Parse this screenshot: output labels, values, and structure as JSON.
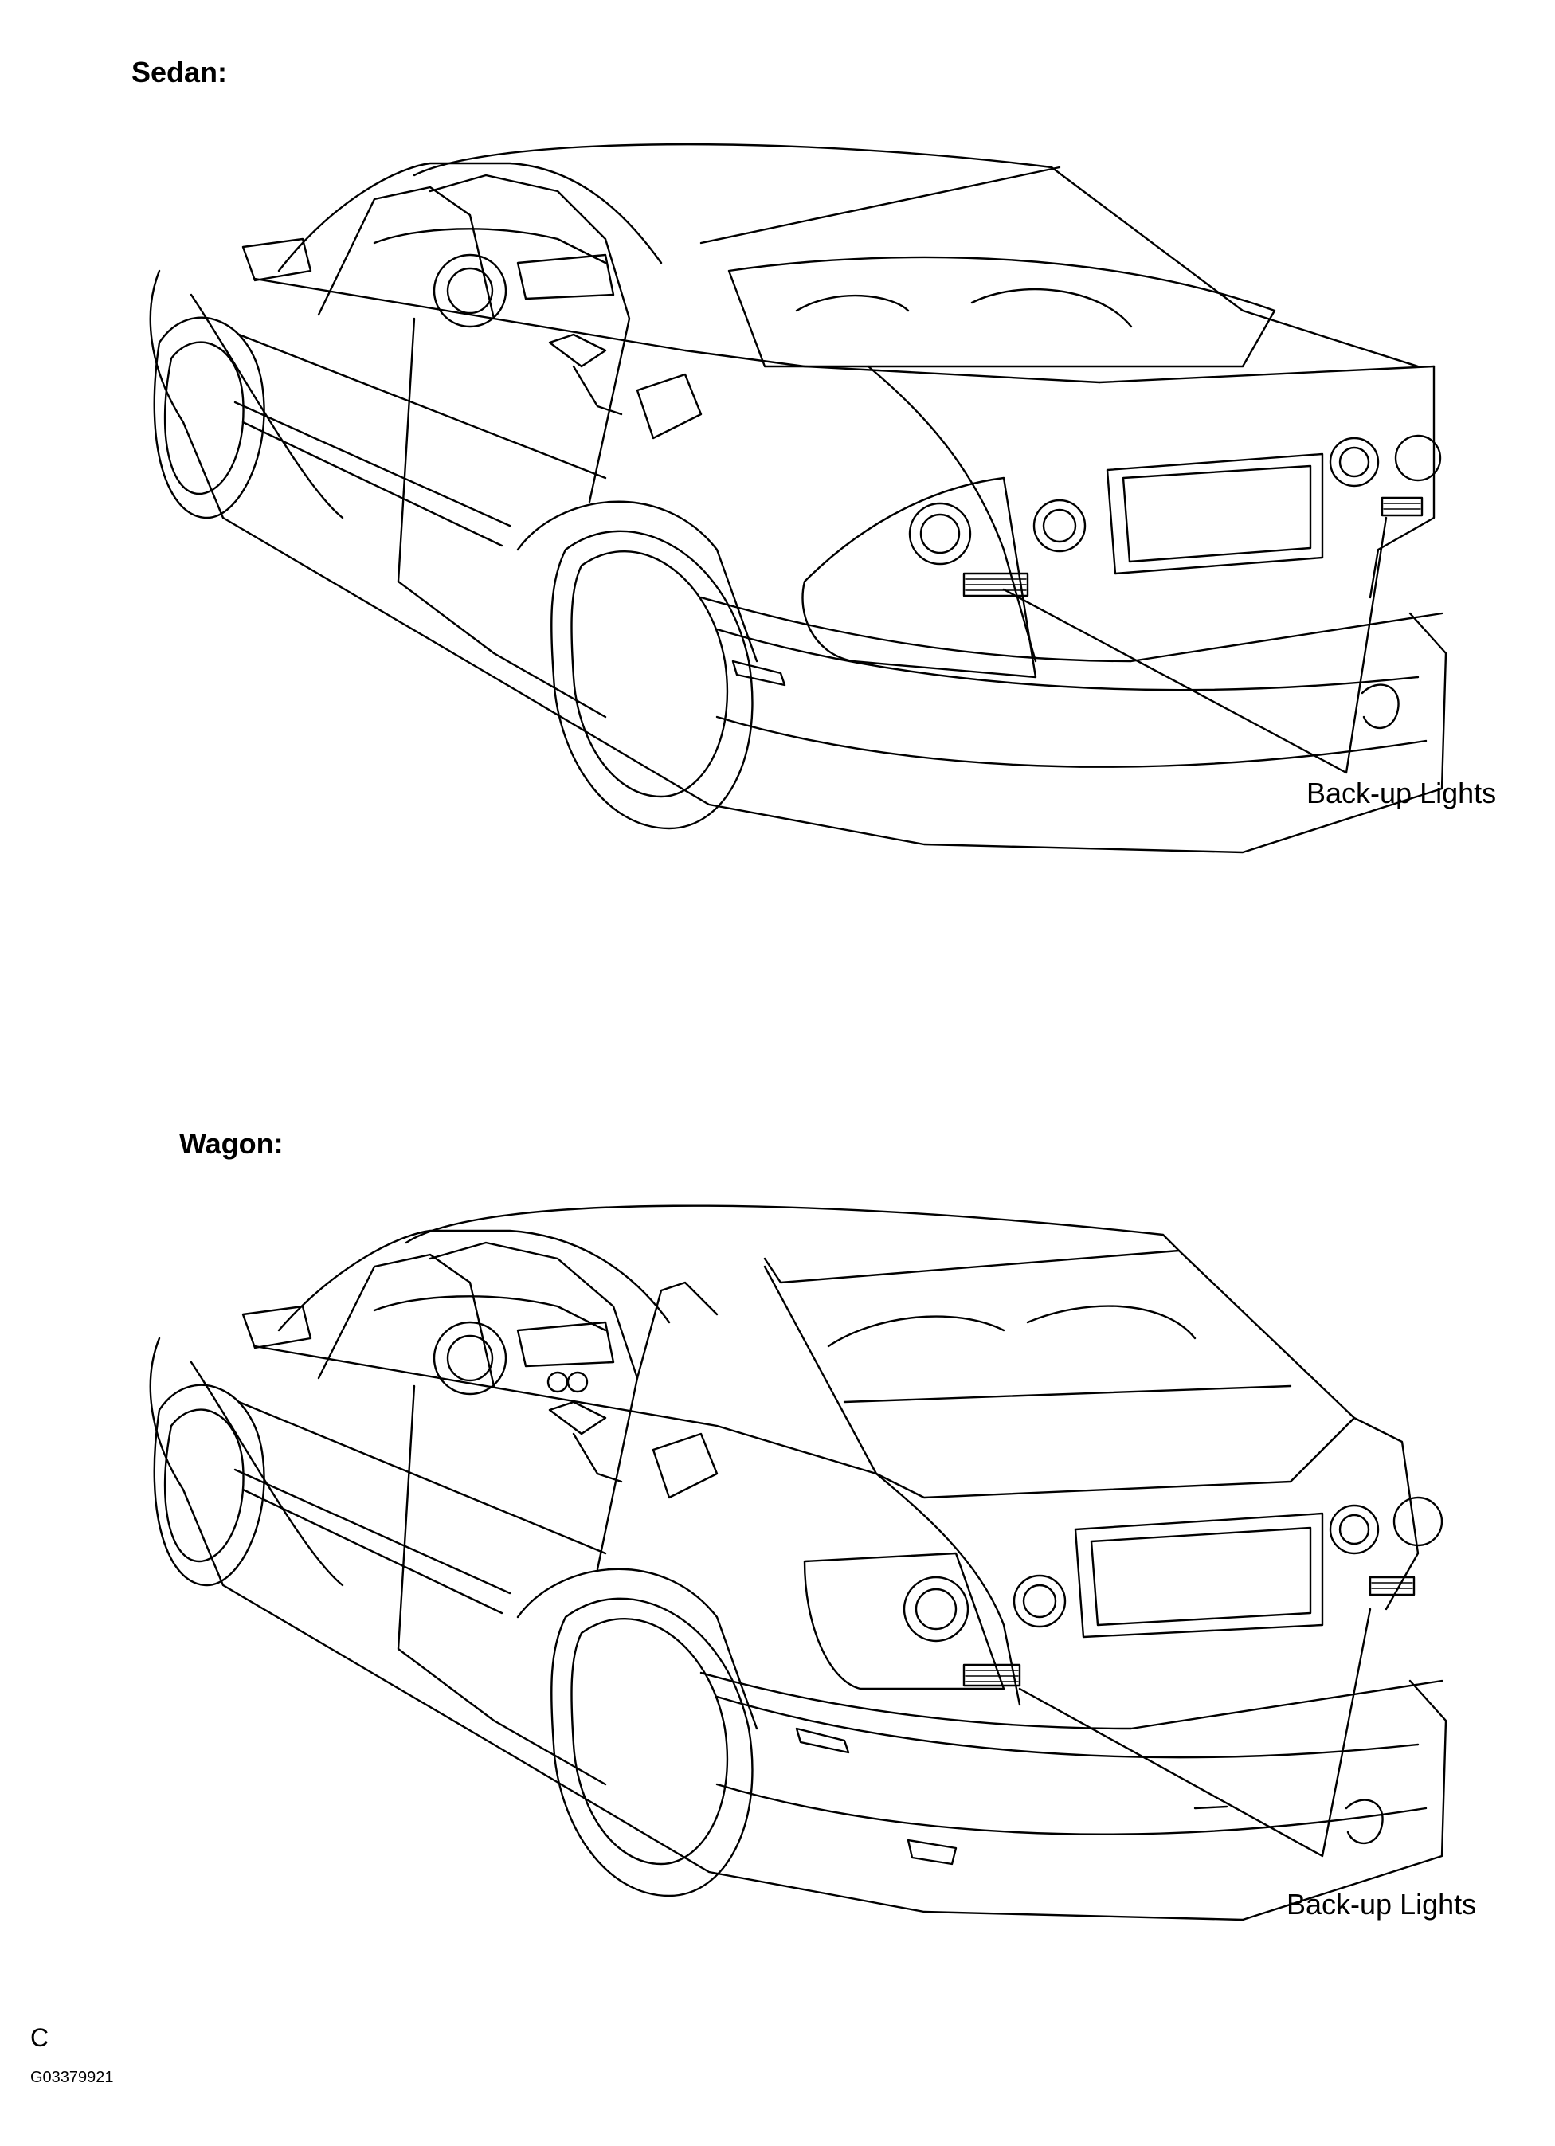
{
  "sedan": {
    "title": "Sedan:",
    "callout": "Back-up Lights"
  },
  "wagon": {
    "title": "Wagon:",
    "callout": "Back-up Lights"
  },
  "footer": {
    "letter": "C",
    "code": "G03379921"
  }
}
